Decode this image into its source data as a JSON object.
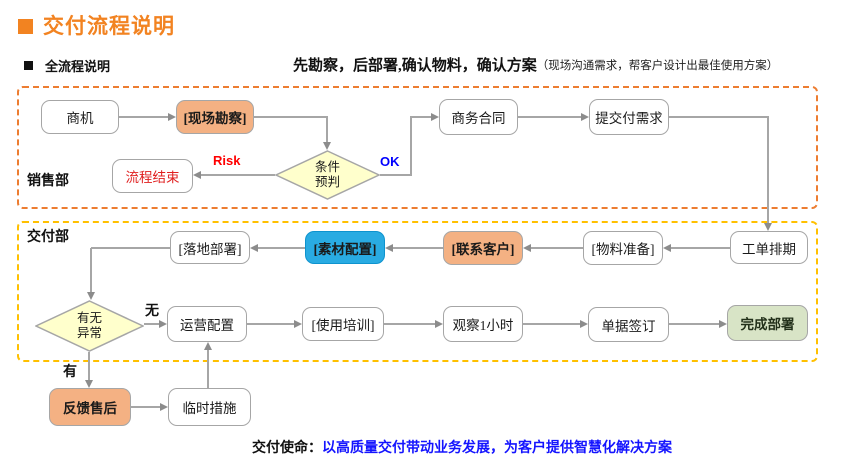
{
  "title": {
    "text": "交付流程说明"
  },
  "subtitle": {
    "text": "全流程说明"
  },
  "headline": {
    "bold": "先勘察，后部署,确认物料，确认方案",
    "note": "（现场沟通需求，帮客户设计出最佳使用方案）"
  },
  "sections": {
    "sales": {
      "label": "销售部"
    },
    "delivery": {
      "label": "交付部"
    }
  },
  "nodes": {
    "shangji": "商机",
    "xianchang_kancha": "[现场勘察]",
    "tiaojian_yupan": "条件\n预判",
    "liucheng_jieshu": "流程结束",
    "shangwu_hetong": "商务合同",
    "tijiao_fuxuqiu": "提交付需求",
    "gongdan_paiqi": "工单排期",
    "wuliao_zhunbei": "[物料准备]",
    "lianxi_kehu": "[联系客户]",
    "sucai_peizhi": "[素材配置]",
    "luodi_bushu": "[落地部署]",
    "youwu_yichang": "有无\n异常",
    "yunying_peizhi": "运营配置",
    "shiyong_peixun": "[使用培训]",
    "guancha_yixiaoshi": "观察1小时",
    "danju_qianding": "单据签订",
    "wancheng_bushu": "完成部署",
    "fankui_shouhou": "反馈售后",
    "linshi_cuoshi": "临时措施"
  },
  "edge_labels": {
    "risk": "Risk",
    "ok": "OK",
    "no": "无",
    "yes": "有"
  },
  "footer": {
    "label": "交付使命：",
    "text": "以高质量交付带动业务发展，为客户提供智慧化解决方案"
  },
  "colors": {
    "title_orange": "#F28321",
    "sales_border": "#ED7D31",
    "delivery_border": "#FFC000",
    "node_orange": "#F4B183",
    "node_blue": "#29ABE2",
    "node_green": "#D8E4C6",
    "diamond_yellow": "#FFFFCC",
    "line_gray": "#A6A6A6",
    "risk_red": "#FF0000",
    "ok_blue": "#0000FF",
    "footer_blue": "#1414FF"
  }
}
